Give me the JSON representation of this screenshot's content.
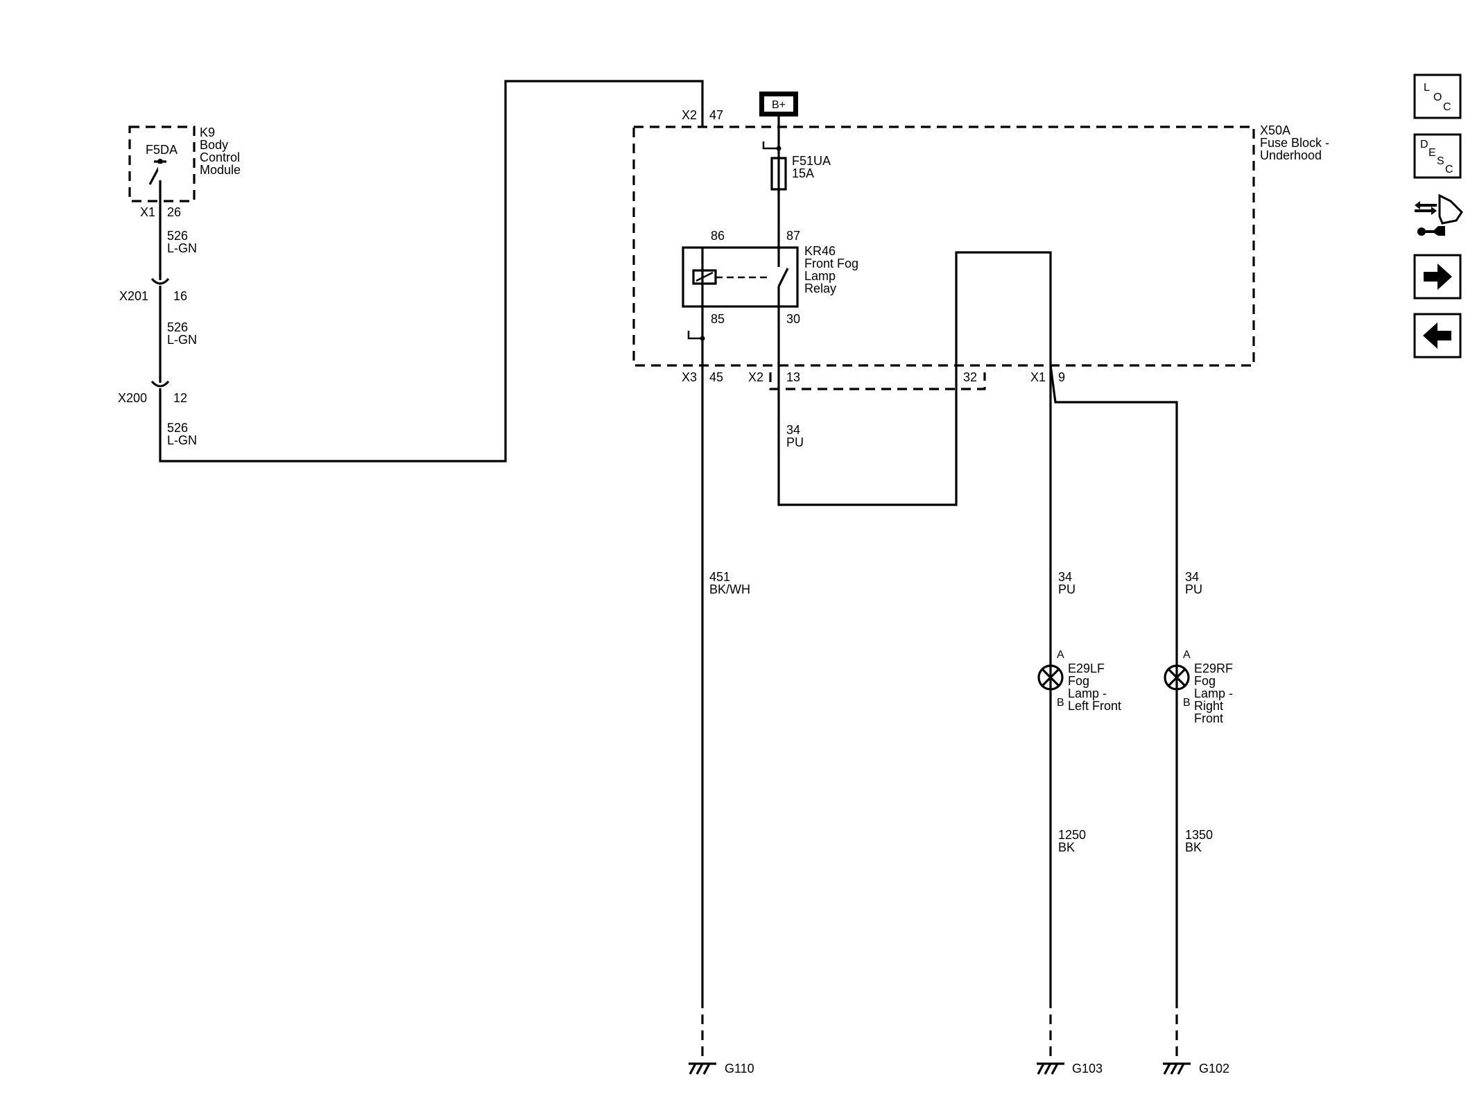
{
  "bcm": {
    "id": "K9",
    "name": [
      "Body",
      "Control",
      "Module"
    ],
    "switch_label": "F5DA",
    "connector": "X1",
    "pin": "26"
  },
  "wire_526_a": {
    "circuit": "526",
    "color": "L-GN"
  },
  "x201": {
    "connector": "X201",
    "pin": "16"
  },
  "wire_526_b": {
    "circuit": "526",
    "color": "L-GN"
  },
  "x200": {
    "connector": "X200",
    "pin": "12"
  },
  "wire_526_c": {
    "circuit": "526",
    "color": "L-GN"
  },
  "battery": {
    "label": "B+"
  },
  "fuse_block": {
    "id": "X50A",
    "name": [
      "Fuse Block -",
      "Underhood"
    ]
  },
  "fuse": {
    "id": "F51UA",
    "rating": "15A"
  },
  "relay": {
    "id": "KR46",
    "name": [
      "Front Fog",
      "Lamp",
      "Relay"
    ],
    "pin86": "86",
    "pin87": "87",
    "pin85": "85",
    "pin30": "30"
  },
  "conn_x2_top": {
    "connector": "X2",
    "pin": "47"
  },
  "conn_x3": {
    "connector": "X3",
    "pin": "45"
  },
  "conn_x2_bottom": {
    "connector": "X2",
    "pin_a": "13",
    "pin_b": "32"
  },
  "conn_x1": {
    "connector": "X1",
    "pin": "9"
  },
  "wire_34_mid": {
    "circuit": "34",
    "color": "PU"
  },
  "wire_451": {
    "circuit": "451",
    "color": "BK/WH"
  },
  "wire_34_lf": {
    "circuit": "34",
    "color": "PU"
  },
  "wire_34_rf": {
    "circuit": "34",
    "color": "PU"
  },
  "lamp_lf": {
    "id": "E29LF",
    "name": [
      "Fog",
      "Lamp -",
      "Left Front"
    ],
    "pin_a": "A",
    "pin_b": "B"
  },
  "lamp_rf": {
    "id": "E29RF",
    "name": [
      "Fog",
      "Lamp -",
      "Right",
      "Front"
    ],
    "pin_a": "A",
    "pin_b": "B"
  },
  "wire_1250": {
    "circuit": "1250",
    "color": "BK"
  },
  "wire_1350": {
    "circuit": "1350",
    "color": "BK"
  },
  "grounds": {
    "g110": "G110",
    "g103": "G103",
    "g102": "G102"
  },
  "nav": {
    "loc": [
      "L",
      "O",
      "C"
    ],
    "desc": [
      "D",
      "E",
      "S",
      "C"
    ]
  }
}
